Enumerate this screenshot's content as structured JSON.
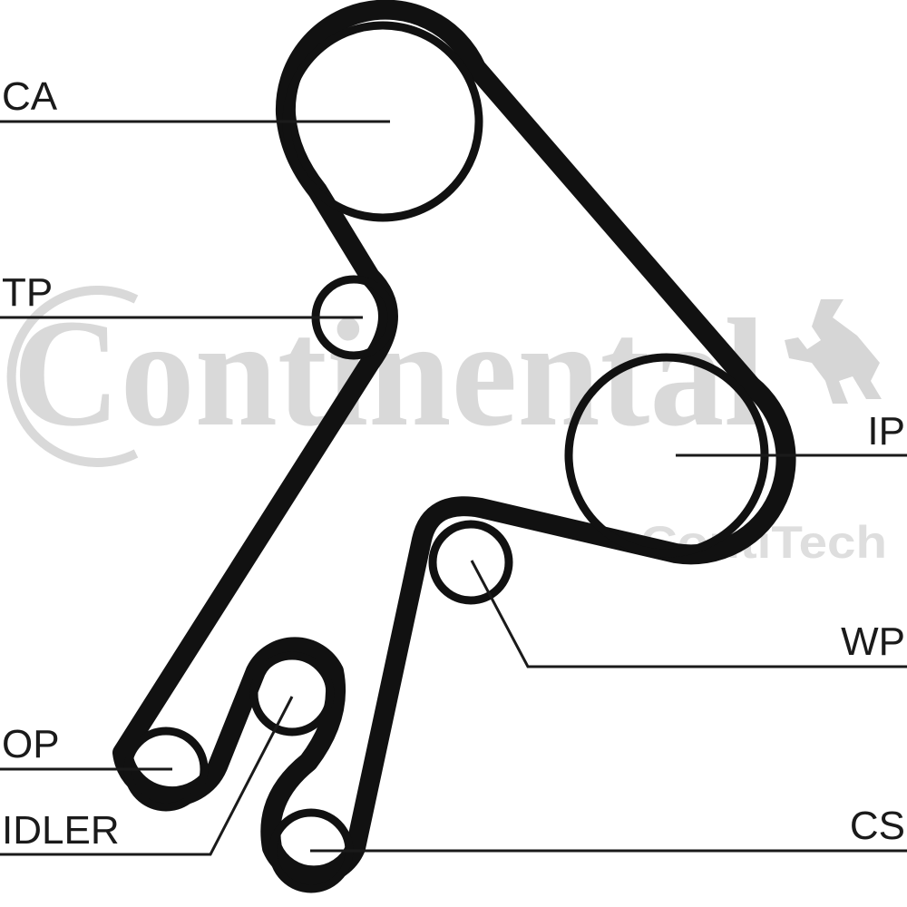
{
  "watermark": {
    "brand": "Continental",
    "sub_brand": "ContiTech",
    "logo_icon": "rearing-horse-icon"
  },
  "colors": {
    "belt": "#111111",
    "watermark": "#d9d9d9",
    "text": "#1a1a1a"
  },
  "labels": {
    "ca": "CA",
    "tp": "TP",
    "ip": "IP",
    "wp": "WP",
    "op": "OP",
    "idler": "IDLER",
    "cs": "CS"
  }
}
